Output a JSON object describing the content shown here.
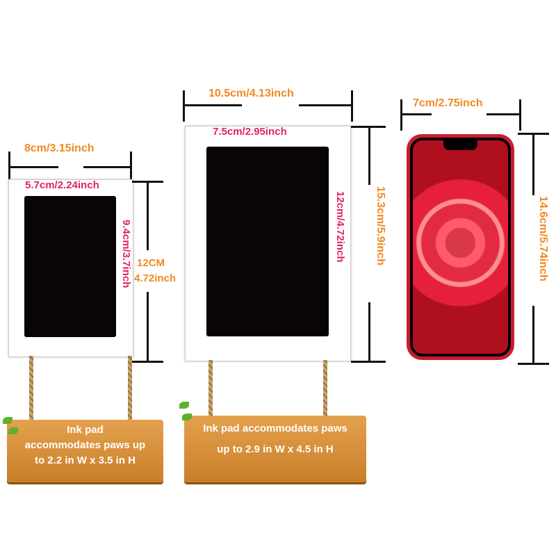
{
  "small_pad": {
    "outer_width": "8cm/3.15inch",
    "ink_width": "5.7cm/2.24inch",
    "ink_height": "9.4cm/3.7inch",
    "outer_height_cm": "12CM",
    "outer_height_in": "4.72inch"
  },
  "large_pad": {
    "outer_width": "10.5cm/4.13inch",
    "ink_width": "7.5cm/2.95inch",
    "ink_height": "12cm/4.72inch",
    "outer_height": "15.3cm/5.9inch"
  },
  "phone": {
    "width": "7cm/2.75inch",
    "height": "14.6cm/5.74inch"
  },
  "sign_small": {
    "line1": "Ink pad",
    "line2": "accommodates paws up",
    "line3": "to 2.2 in W x 3.5 in H"
  },
  "sign_large": {
    "line1": "Ink pad accommodates paws",
    "line2": "up to 2.9 in W x 4.5 in H"
  },
  "colors": {
    "dimension": "#f0891f",
    "inner_dimension": "#e0245e",
    "phone": "#e8283c"
  }
}
